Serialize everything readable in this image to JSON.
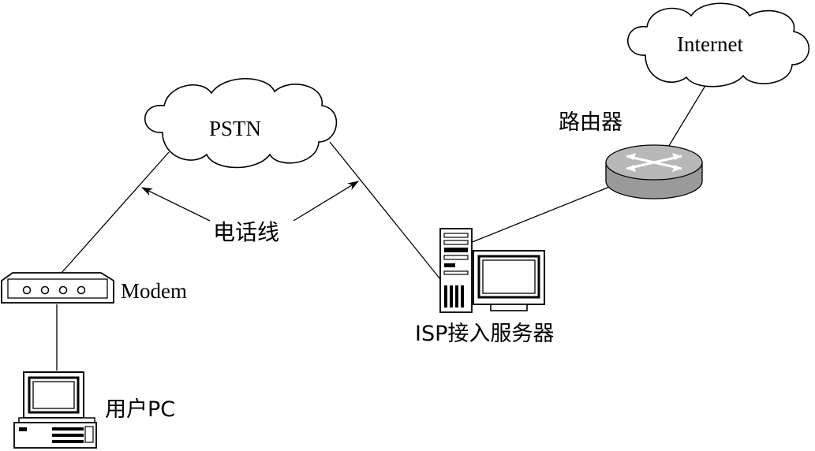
{
  "nodes": {
    "internet_label": "Internet",
    "pstn_label": "PSTN",
    "router_label": "路由器",
    "modem_label": "Modem",
    "user_pc_label": "用户PC",
    "isp_server_label": "ISP接入服务器"
  },
  "annotations": {
    "phone_line_label": "电话线"
  },
  "colors": {
    "stroke": "#000000",
    "router_body": "#9a9a9a",
    "router_top": "#b8b8b8",
    "background": "#ffffff"
  }
}
